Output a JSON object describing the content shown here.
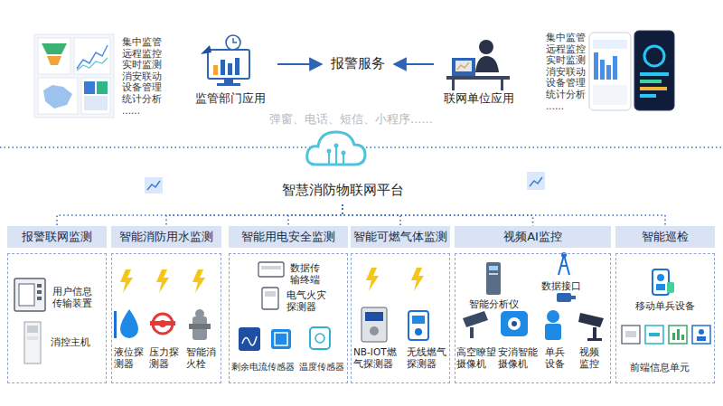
{
  "diagram": {
    "nodes": [
      {
        "text": [
          "监管部门应用"
        ]
      },
      {
        "text": [
          "报警服务"
        ]
      },
      {
        "text": [
          "联网单位应用"
        ]
      },
      {
        "text": [
          "智慧消防物联网平台"
        ]
      },
      {
        "text": [
          "报警联网监测",
          "用户信息传输装置",
          "消控主机"
        ]
      },
      {
        "text": [
          "智能消防用水监测",
          "液位探测器",
          "压力探测器",
          "智能消火栓"
        ]
      },
      {
        "text": [
          "智能用电安全监测",
          "数据传输终端",
          "电气火灾探测器",
          "剩余电流传感器",
          "温度传感器"
        ]
      },
      {
        "text": [
          "智能可燃气体监测",
          "NB-IOT燃气探测器",
          "无线燃气探测器"
        ]
      },
      {
        "text": [
          "视频AI监控",
          "智能分析仪",
          "数据接口",
          "高空瞭望摄像机",
          "安消智能摄像机",
          "单兵设备",
          "视频监控"
        ]
      },
      {
        "text": [
          "智能巡检",
          "移动单兵设备",
          "前端信息单元"
        ]
      }
    ],
    "edges": [
      {
        "from": 0,
        "to": 1,
        "arrow": "to"
      },
      {
        "from": 2,
        "to": 1,
        "arrow": "to"
      },
      {
        "from": 3,
        "to": 4,
        "arrow": "none"
      },
      {
        "from": 3,
        "to": 5,
        "arrow": "none"
      },
      {
        "from": 3,
        "to": 6,
        "arrow": "none"
      },
      {
        "from": 3,
        "to": 7,
        "arrow": "none"
      },
      {
        "from": 3,
        "to": 8,
        "arrow": "none"
      },
      {
        "from": 3,
        "to": 9,
        "arrow": "none"
      }
    ],
    "labels": [
      "集中监管",
      "远程监控",
      "实时监测",
      "消安联动",
      "设备管理",
      "统计分析",
      "......",
      "集中监管",
      "远程监控",
      "实时监测",
      "消安联动",
      "设备管理",
      "统计分析",
      "......",
      "弹窗、电话、短信、小程序......"
    ]
  }
}
